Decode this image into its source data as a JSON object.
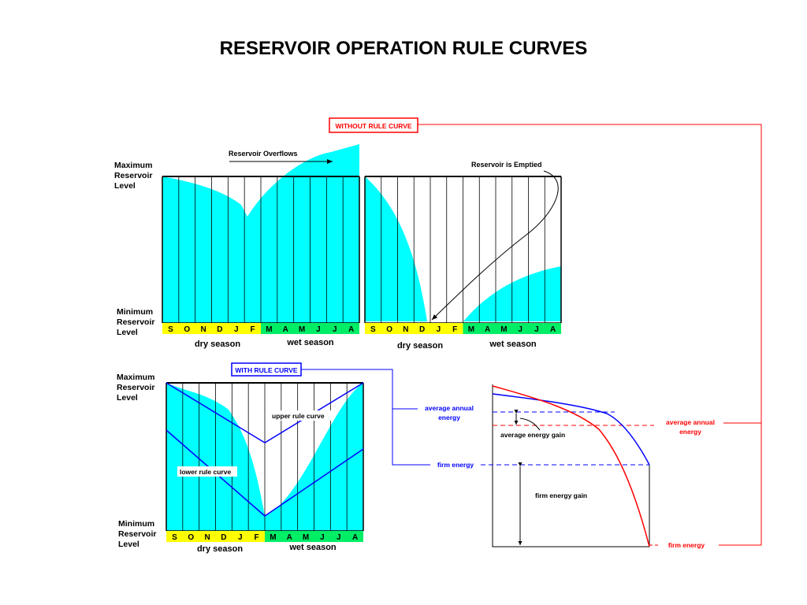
{
  "title": "RESERVOIR OPERATION RULE CURVES",
  "colors": {
    "storage": "#00ffff",
    "dry": "#ffff00",
    "wet": "#00ee66",
    "red": "#ff0000",
    "blue": "#0000ff"
  },
  "months": [
    "S",
    "O",
    "N",
    "D",
    "J",
    "F",
    "M",
    "A",
    "M",
    "J",
    "J",
    "A"
  ],
  "seasons": {
    "dry": "dry season",
    "wet": "wet season"
  },
  "level_labels": {
    "max": [
      "Maximum",
      "Reservoir",
      "Level"
    ],
    "min": [
      "Minimum",
      "Reservoir",
      "Level"
    ]
  },
  "without_rule_curve": {
    "box_label": "WITHOUT RULE CURVE",
    "overflow_label": "Reservoir Overflows",
    "emptied_label": "Reservoir is Emptied"
  },
  "with_rule_curve": {
    "box_label": "WITH RULE CURVE",
    "upper_rule_curve": "upper rule curve",
    "lower_rule_curve": "lower rule curve"
  },
  "energy_chart": {
    "average_annual_energy_blue": [
      "average annual",
      "energy"
    ],
    "average_annual_energy_red": [
      "average annual",
      "energy"
    ],
    "firm_energy_blue": "firm energy",
    "firm_energy_red": "firm energy",
    "average_energy_gain": "average energy gain",
    "firm_energy_gain": "firm energy gain"
  }
}
